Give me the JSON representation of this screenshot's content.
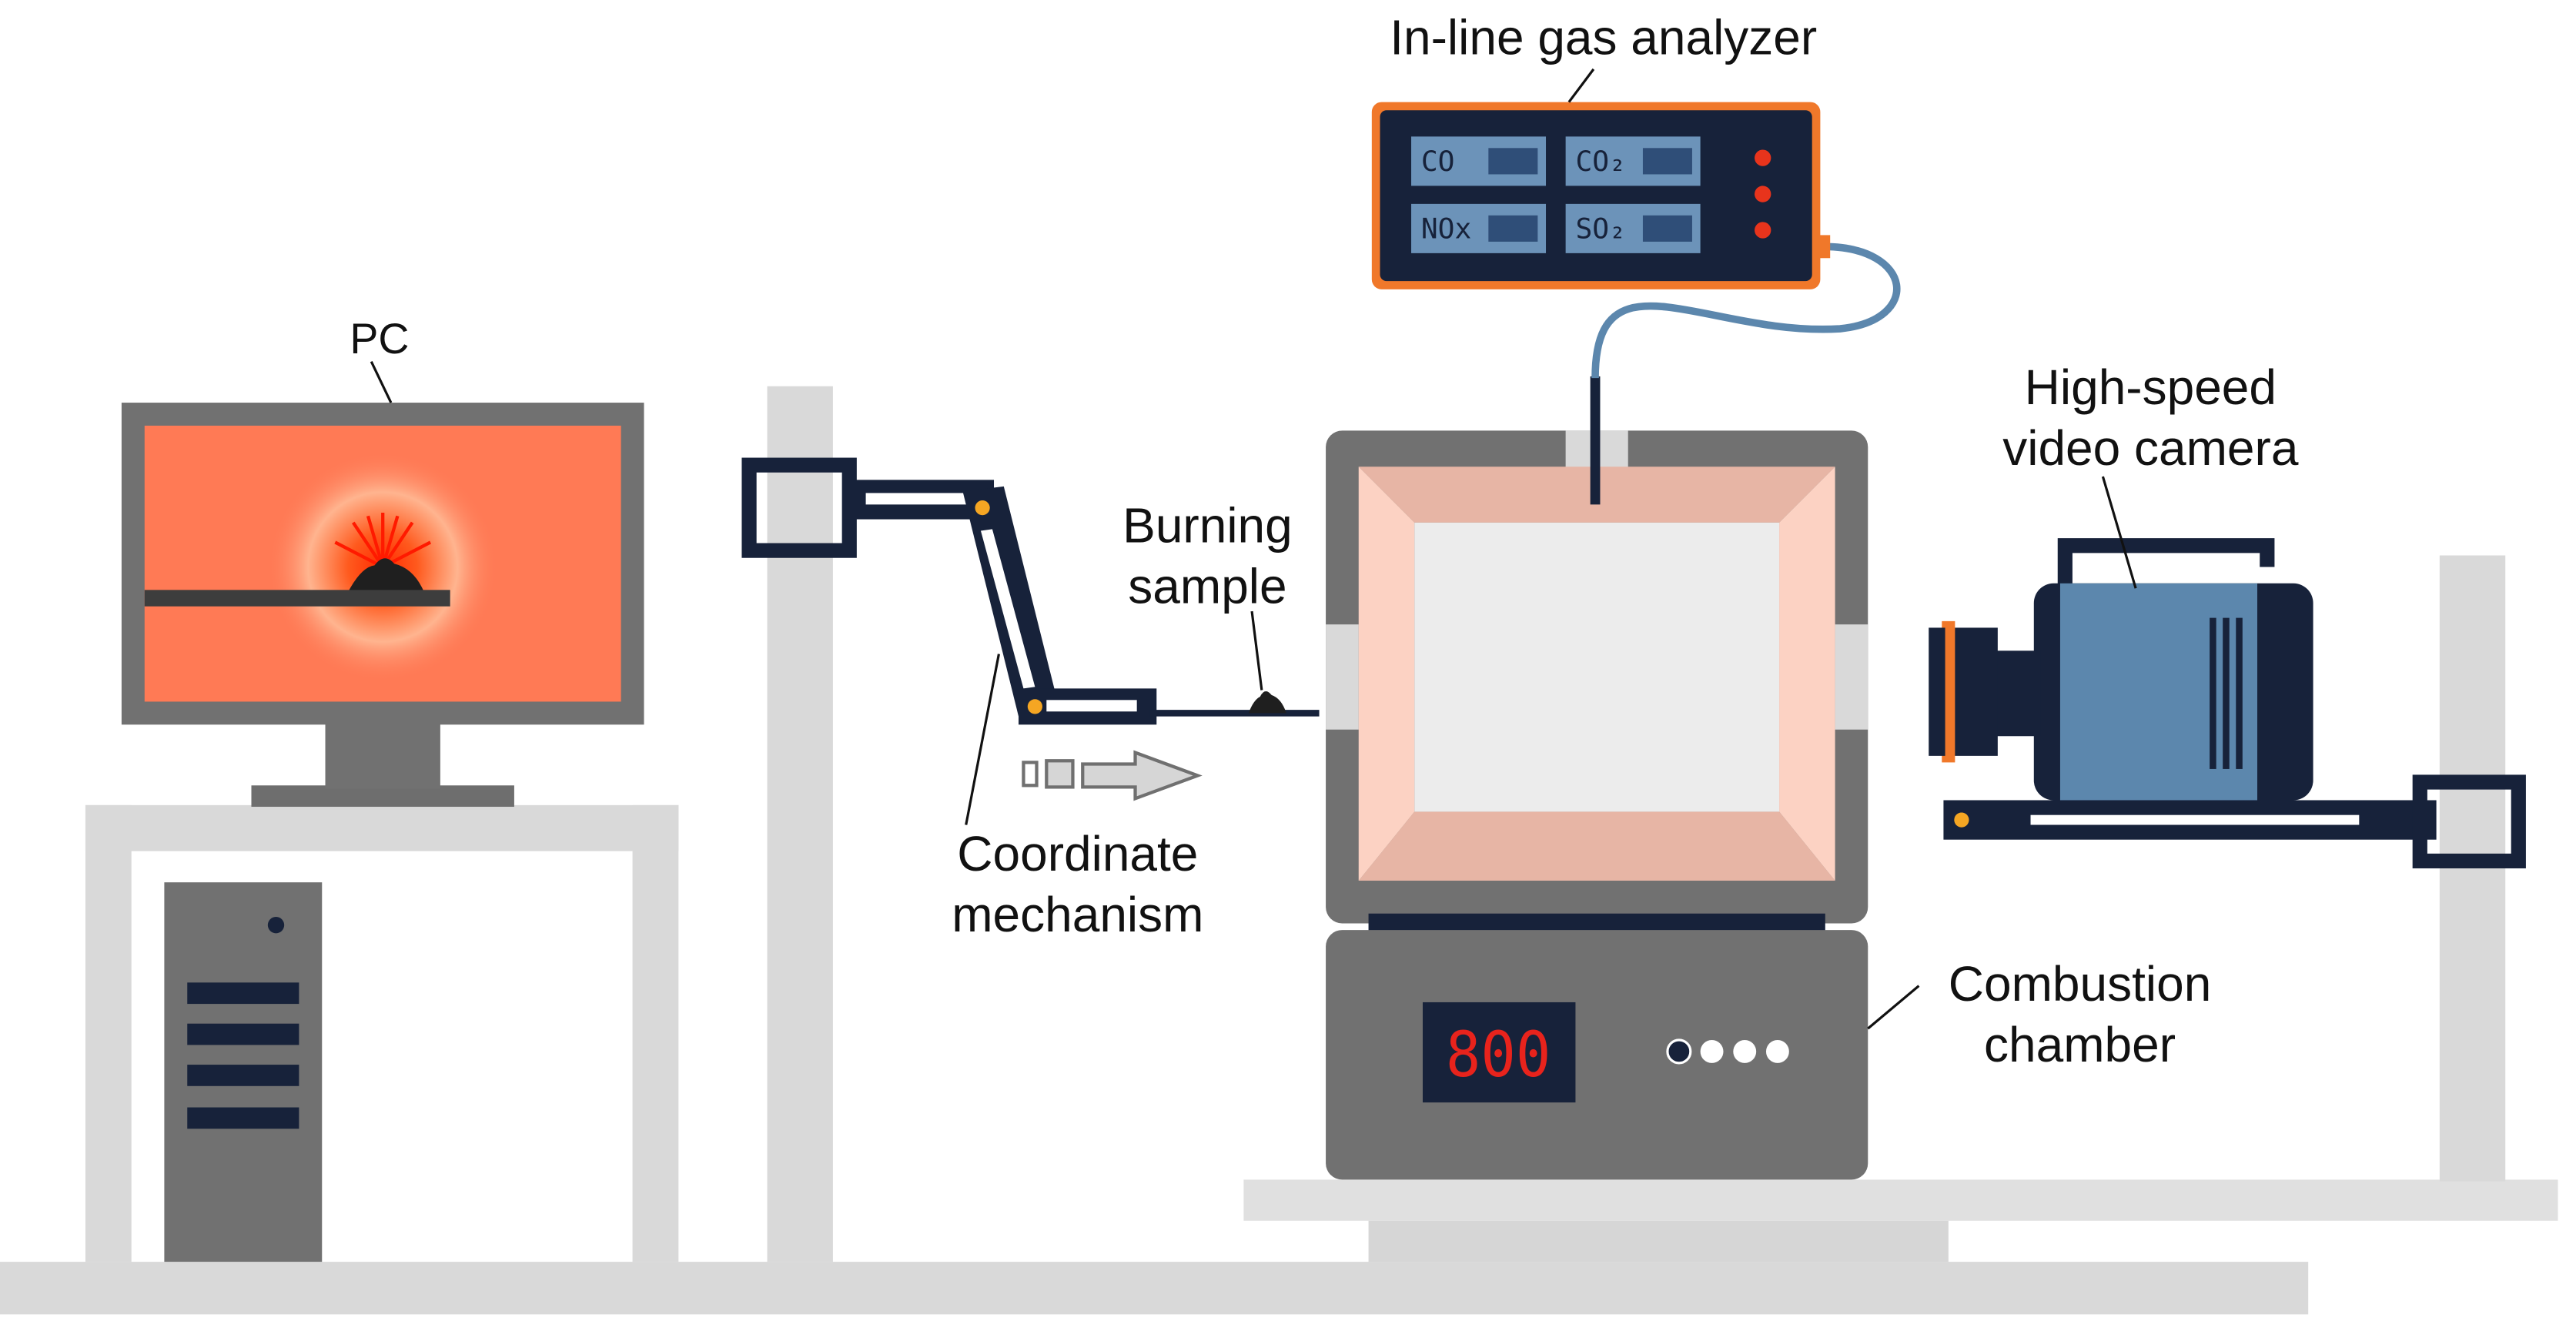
{
  "labels": {
    "pc": "PC",
    "gas_analyzer": "In-line gas analyzer",
    "burning_sample_line1": "Burning",
    "burning_sample_line2": "sample",
    "camera_line1": "High-speed",
    "camera_line2": "video camera",
    "coordinate_line1": "Coordinate",
    "coordinate_line2": "mechanism",
    "chamber_line1": "Combustion",
    "chamber_line2": "chamber"
  },
  "gas_analyzer": {
    "channels": [
      "CO",
      "CO₂",
      "NOx",
      "SO₂"
    ],
    "indicator_color": "#e8341c",
    "frame_color": "#f0782a"
  },
  "furnace": {
    "temperature_display": "800",
    "display_color": "#e8231c"
  },
  "colors": {
    "dark_navy": "#17223a",
    "accent_orange": "#f5a623",
    "stand_gray": "#d9d9d9",
    "furnace_gray": "#717171",
    "camera_blue": "#5c87ad"
  }
}
